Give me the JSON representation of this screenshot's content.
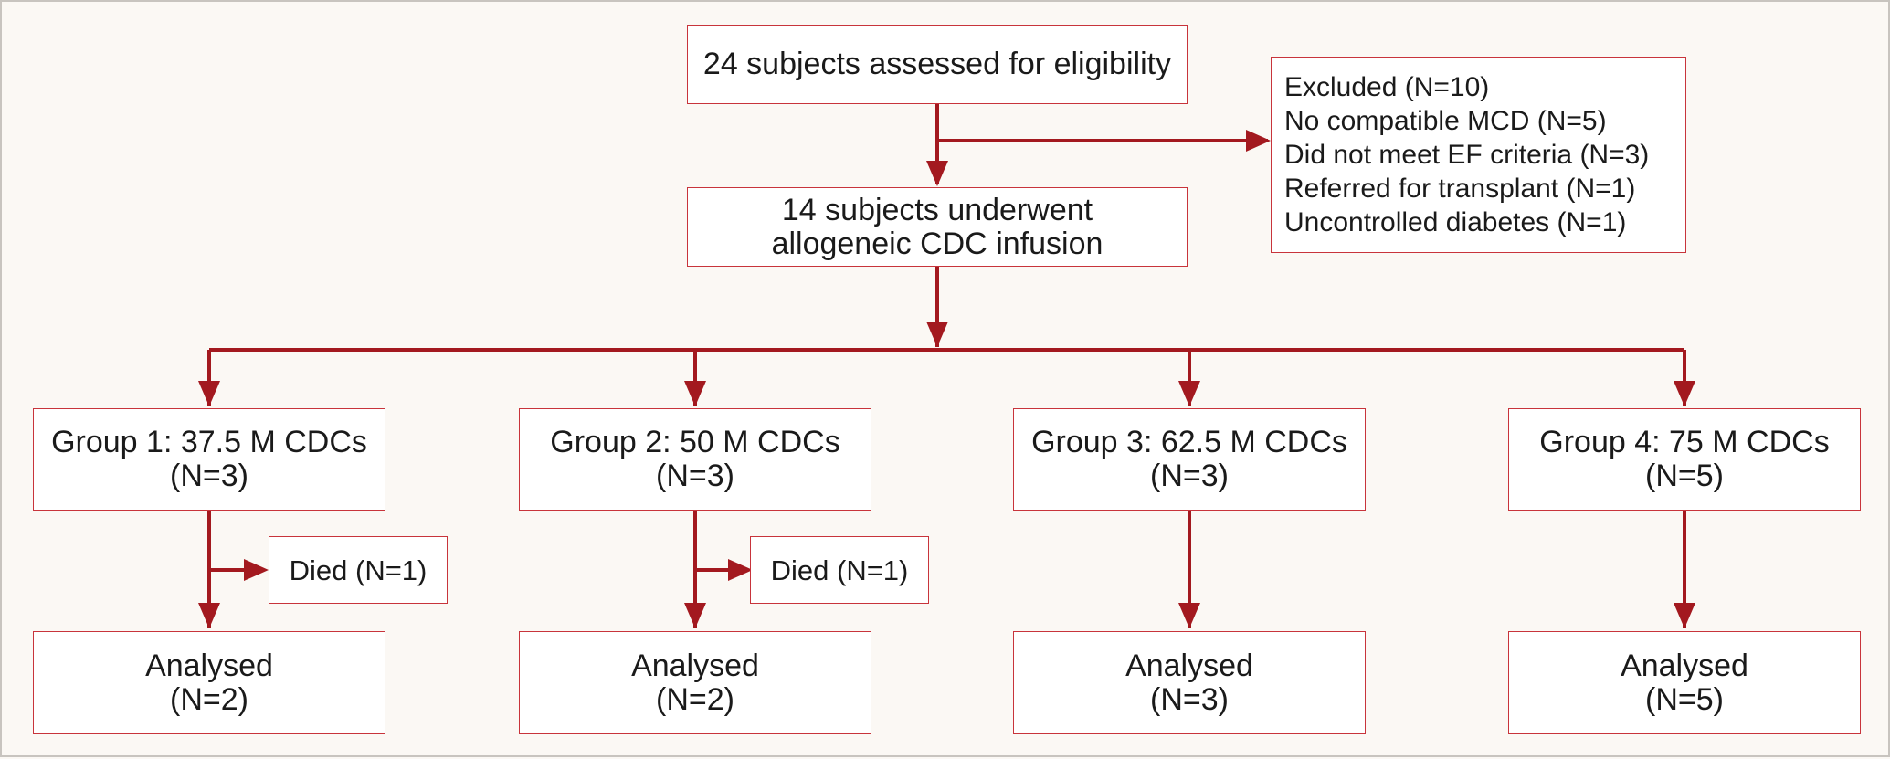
{
  "colors": {
    "arrow": "#a3191f",
    "box_border": "#c8343b",
    "background": "#fbf8f4",
    "text": "#1a1a1a"
  },
  "assessed": {
    "line1": "24 subjects assessed for eligibility"
  },
  "excluded": {
    "title": "Excluded (N=10)",
    "reasons": [
      "No compatible MCD (N=5)",
      "Did not meet EF criteria (N=3)",
      "Referred for transplant (N=1)",
      "Uncontrolled diabetes (N=1)"
    ]
  },
  "infused": {
    "line1": "14 subjects underwent",
    "line2": "allogeneic CDC infusion"
  },
  "groups": [
    {
      "label": "Group 1: 37.5 M CDCs",
      "n": "(N=3)",
      "died": "Died (N=1)",
      "analysed": "Analysed",
      "analysed_n": "(N=2)"
    },
    {
      "label": "Group 2: 50 M CDCs",
      "n": "(N=3)",
      "died": "Died (N=1)",
      "analysed": "Analysed",
      "analysed_n": "(N=2)"
    },
    {
      "label": "Group 3: 62.5 M CDCs",
      "n": "(N=3)",
      "analysed": "Analysed",
      "analysed_n": "(N=3)"
    },
    {
      "label": "Group 4: 75 M CDCs",
      "n": "(N=5)",
      "analysed": "Analysed",
      "analysed_n": "(N=5)"
    }
  ]
}
